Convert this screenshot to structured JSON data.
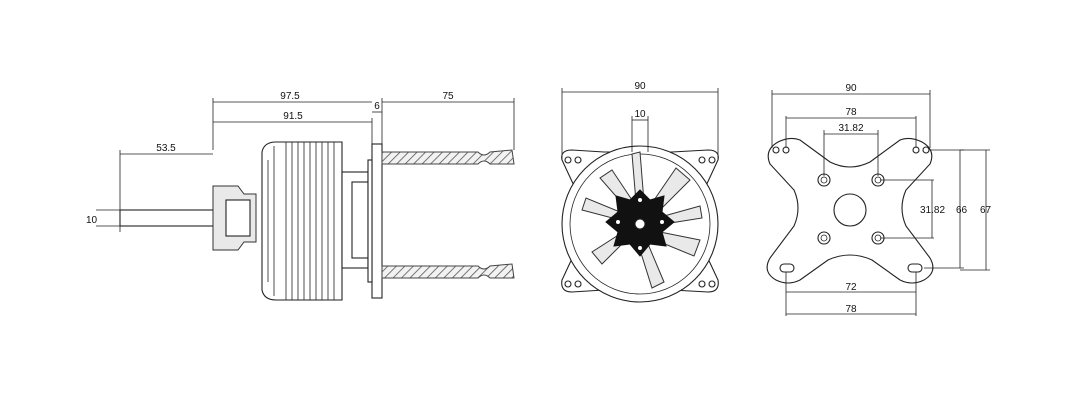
{
  "side_view": {
    "overall_length": "97.5",
    "body_length": "91.5",
    "flange_thickness": "6",
    "standoff_length": "75",
    "shaft_length": "53.5",
    "shaft_diameter": "10"
  },
  "front_view": {
    "width": "90",
    "center_size": "10"
  },
  "mount_view": {
    "width": "90",
    "outer_hole_spacing_top": "78",
    "inner_hole_spacing_horizontal": "31.82",
    "inner_hole_spacing_vertical": "31.82",
    "outer_hole_spacing_bottom": "72",
    "overall_width_bottom": "78",
    "vertical_spacing": "66",
    "overall_height": "67"
  }
}
